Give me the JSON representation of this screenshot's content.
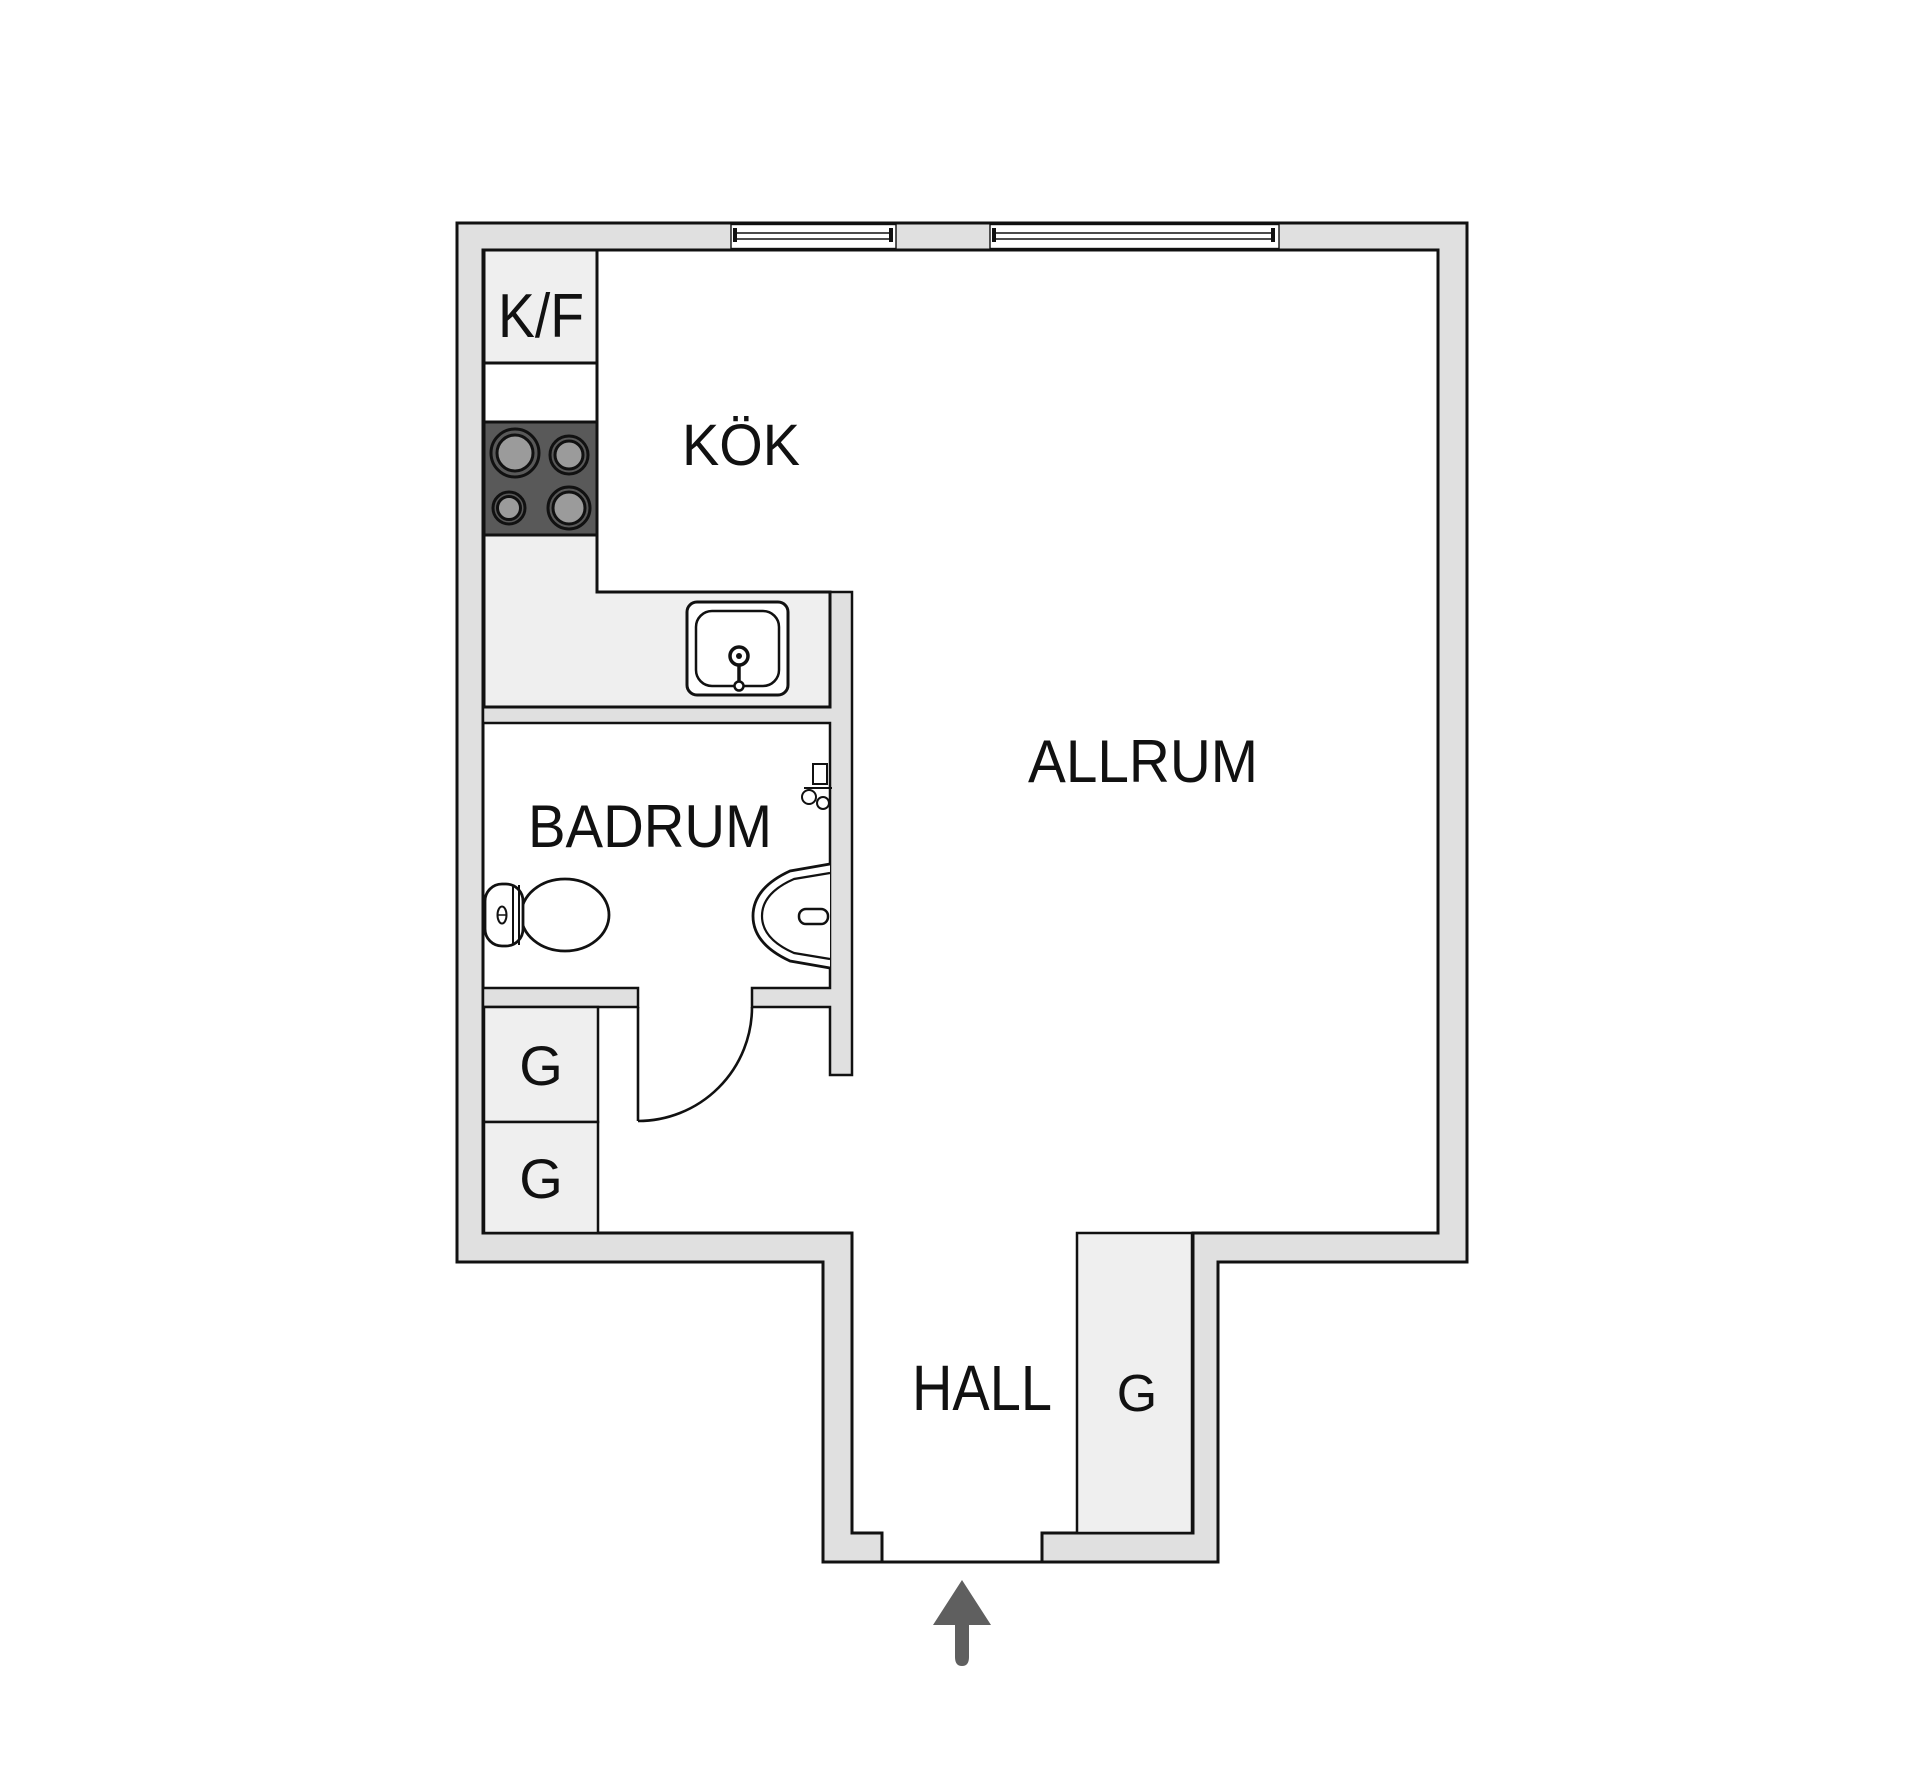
{
  "floorplan": {
    "rooms": {
      "kitchen": {
        "label": "KÖK"
      },
      "living_room": {
        "label": "ALLRUM"
      },
      "bathroom": {
        "label": "BADRUM"
      },
      "hall": {
        "label": "HALL"
      }
    },
    "closets": {
      "fridge_freezer": {
        "label": "K/F"
      },
      "wardrobe_1": {
        "label": "G"
      },
      "wardrobe_2": {
        "label": "G"
      },
      "wardrobe_hall": {
        "label": "G"
      }
    },
    "entrance": {
      "direction": "up"
    },
    "colors": {
      "wall_fill": "#e0e0e0",
      "floor_fill": "#ffffff",
      "unit_fill": "#efefef",
      "white_fill": "#ffffff",
      "stove_fill": "#595959",
      "burner_fill": "#9b9b9b",
      "outline": "#111111",
      "arrow_fill": "#5f5f5f"
    }
  }
}
